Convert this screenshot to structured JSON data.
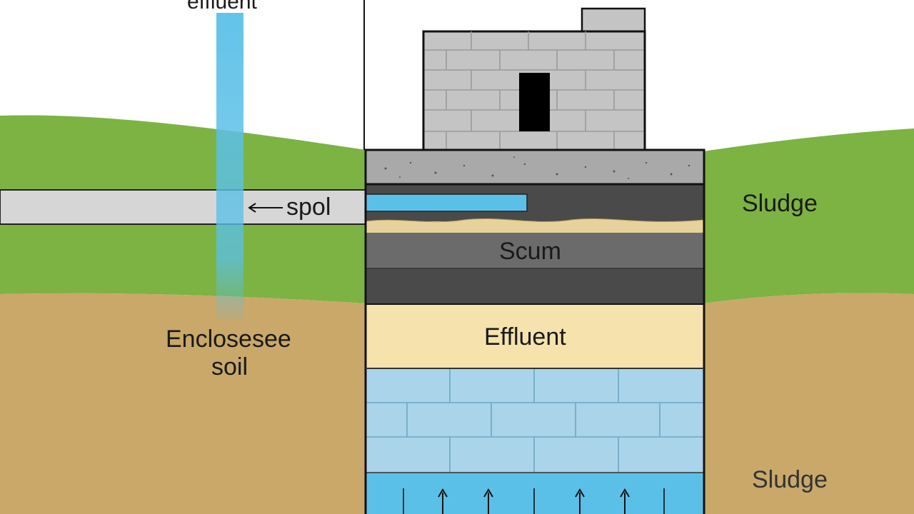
{
  "labels": {
    "effluent_top": "effluent",
    "spol": "spol",
    "sludge_right": "Sludge",
    "scum": "Scum",
    "effluent_layer": "Effluent",
    "enclosed_soil_line1": "Enclosesee",
    "enclosed_soil_line2": "soil",
    "sludge_bottom": "Sludge"
  },
  "colors": {
    "grass": "#7cb342",
    "soil": "#c9a86a",
    "pipe": "#d6d6d6",
    "water": "#5bc0e8",
    "bricks": "#c4c4c4",
    "concrete": "#a9a9a9",
    "dark_layer": "#4a4a4a",
    "scum_layer": "#6b6b6b",
    "effluent_layer": "#f6e2ac",
    "blue_bricks": "#a9d4ea"
  },
  "icons": [
    "arrow-left-icon",
    "arrow-up-icon"
  ]
}
